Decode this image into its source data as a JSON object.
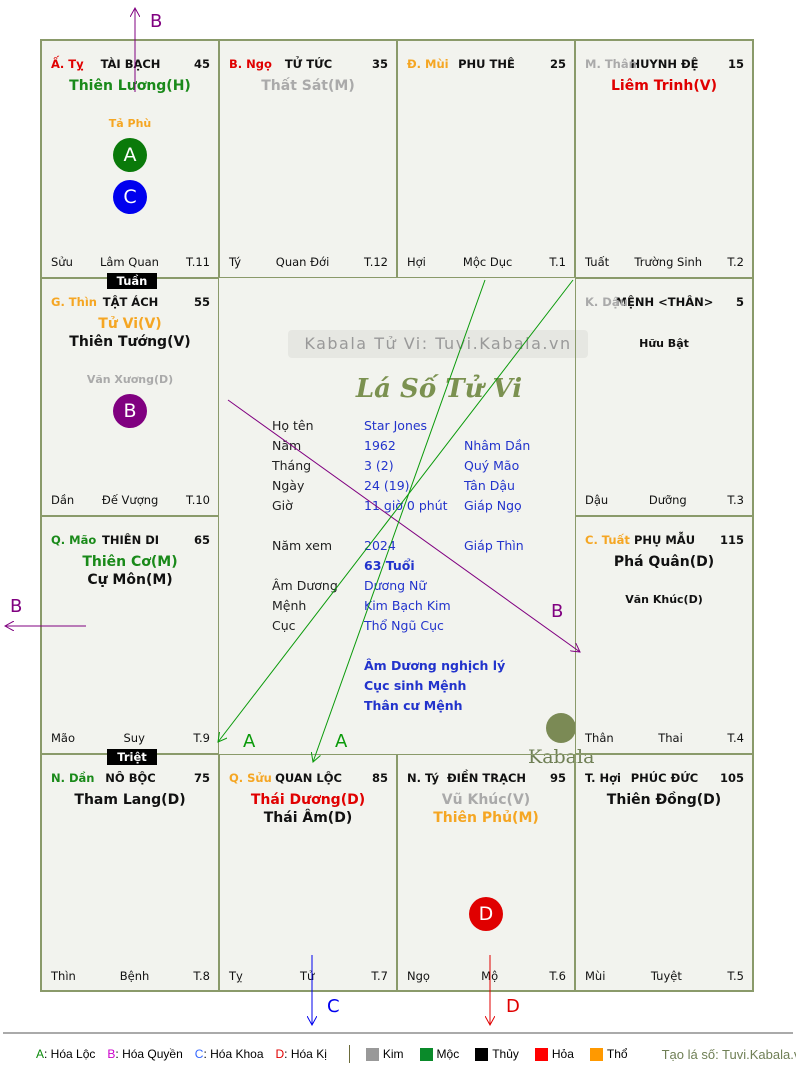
{
  "cells": [
    {
      "pos": [
        0,
        0
      ],
      "can_chi": "Ấ. Tỵ",
      "cc_color": "#e00000",
      "palace": "TÀI BẠCH",
      "num": "45",
      "stars": [
        {
          "n": "Thiên Lương(H)",
          "c": "#1a8a1a"
        }
      ],
      "minor": [
        {
          "n": "Tả Phù",
          "c": "#f5a623"
        }
      ],
      "badges": [
        {
          "l": "A",
          "c": "#0a7a0a"
        },
        {
          "l": "C",
          "c": "#0000ee"
        }
      ],
      "bl": "Sửu",
      "bc": "Lâm Quan",
      "br": "T.11"
    },
    {
      "pos": [
        1,
        0
      ],
      "can_chi": "B. Ngọ",
      "cc_color": "#e00000",
      "palace": "TỬ TỨC",
      "num": "35",
      "stars": [
        {
          "n": "Thất Sát(M)",
          "c": "#aaaaaa"
        }
      ],
      "minor": [],
      "badges": [],
      "bl": "Tý",
      "bc": "Quan Đới",
      "br": "T.12"
    },
    {
      "pos": [
        2,
        0
      ],
      "can_chi": "Đ. Mùi",
      "cc_color": "#f5a623",
      "palace": "PHU THÊ",
      "num": "25",
      "stars": [],
      "minor": [],
      "badges": [],
      "bl": "Hợi",
      "bc": "Mộc Dục",
      "br": "T.1"
    },
    {
      "pos": [
        3,
        0
      ],
      "can_chi": "M. Thân",
      "cc_color": "#aaaaaa",
      "palace": "HUYNH ĐỆ",
      "num": "15",
      "stars": [
        {
          "n": "Liêm Trinh(V)",
          "c": "#e00000"
        }
      ],
      "minor": [],
      "badges": [],
      "bl": "Tuất",
      "bc": "Trường Sinh",
      "br": "T.2"
    },
    {
      "pos": [
        0,
        1
      ],
      "can_chi": "G. Thìn",
      "cc_color": "#f5a623",
      "palace": "TẬT ÁCH",
      "num": "55",
      "stars": [
        {
          "n": "Tử Vi(V)",
          "c": "#f5a623"
        },
        {
          "n": "Thiên Tướng(V)",
          "c": "#111111"
        }
      ],
      "minor": [
        {
          "n": "Văn Xương(D)",
          "c": "#aaaaaa"
        }
      ],
      "badges": [
        {
          "l": "B",
          "c": "#800080"
        }
      ],
      "bl": "Dần",
      "bc": "Đế Vượng",
      "br": "T.10"
    },
    {
      "pos": [
        3,
        1
      ],
      "can_chi": "K. Dậu",
      "cc_color": "#aaaaaa",
      "palace": "MỆNH <THÂN>",
      "num": "5",
      "stars": [],
      "minor": [
        {
          "n": "Hữu Bật",
          "c": "#111111"
        }
      ],
      "badges": [],
      "bl": "Dậu",
      "bc": "Dưỡng",
      "br": "T.3"
    },
    {
      "pos": [
        0,
        2
      ],
      "can_chi": "Q. Mão",
      "cc_color": "#1a8a1a",
      "palace": "THIÊN DI",
      "num": "65",
      "stars": [
        {
          "n": "Thiên Cơ(M)",
          "c": "#1a8a1a"
        },
        {
          "n": "Cự Môn(M)",
          "c": "#111111"
        }
      ],
      "minor": [],
      "badges": [],
      "bl": "Mão",
      "bc": "Suy",
      "br": "T.9"
    },
    {
      "pos": [
        3,
        2
      ],
      "can_chi": "C. Tuất",
      "cc_color": "#f5a623",
      "palace": "PHỤ MẪU",
      "num": "115",
      "stars": [
        {
          "n": "Phá Quân(D)",
          "c": "#111111"
        }
      ],
      "minor": [
        {
          "n": "Văn Khúc(D)",
          "c": "#111111"
        }
      ],
      "badges": [],
      "bl": "Thân",
      "bc": "Thai",
      "br": "T.4"
    },
    {
      "pos": [
        0,
        3
      ],
      "can_chi": "N. Dần",
      "cc_color": "#1a8a1a",
      "palace": "NÔ BỘC",
      "num": "75",
      "stars": [
        {
          "n": "Tham Lang(D)",
          "c": "#111111"
        }
      ],
      "minor": [],
      "badges": [],
      "bl": "Thìn",
      "bc": "Bệnh",
      "br": "T.8"
    },
    {
      "pos": [
        1,
        3
      ],
      "can_chi": "Q. Sửu",
      "cc_color": "#f5a623",
      "palace": "QUAN LỘC",
      "num": "85",
      "stars": [
        {
          "n": "Thái Dương(D)",
          "c": "#e00000"
        },
        {
          "n": "Thái Âm(D)",
          "c": "#111111"
        }
      ],
      "minor": [],
      "badges": [],
      "bl": "Tỵ",
      "bc": "Tử",
      "br": "T.7"
    },
    {
      "pos": [
        2,
        3
      ],
      "can_chi": "N. Tý",
      "cc_color": "#111111",
      "palace": "ĐIỀN TRẠCH",
      "num": "95",
      "stars": [
        {
          "n": "Vũ Khúc(V)",
          "c": "#aaaaaa"
        },
        {
          "n": "Thiên Phủ(M)",
          "c": "#f5a623"
        }
      ],
      "minor": [],
      "badges": [
        {
          "l": "D",
          "c": "#e00000"
        }
      ],
      "bl": "Ngọ",
      "bc": "Mộ",
      "br": "T.6"
    },
    {
      "pos": [
        3,
        3
      ],
      "can_chi": "T. Hợi",
      "cc_color": "#111111",
      "palace": "PHÚC ĐỨC",
      "num": "105",
      "stars": [
        {
          "n": "Thiên Đồng(D)",
          "c": "#111111"
        }
      ],
      "minor": [],
      "badges": [],
      "bl": "Mùi",
      "bc": "Tuyệt",
      "br": "T.5"
    }
  ],
  "tags": {
    "tuan": "Tuần",
    "triet": "Triệt"
  },
  "center": {
    "watermark": "Kabala Tử Vi: Tuvi.Kabala.vn",
    "title": "Lá Số Tử Vi",
    "rows": [
      {
        "k": "Họ tên",
        "v": "Star Jones",
        "v2": ""
      },
      {
        "k": "Năm",
        "v": "1962",
        "v2": "Nhâm Dần"
      },
      {
        "k": "Tháng",
        "v": "3  (2)",
        "v2": "Quý Mão"
      },
      {
        "k": "Ngày",
        "v": "24  (19)",
        "v2": "Tân Dậu"
      },
      {
        "k": "Giờ",
        "v": "11 giờ 0 phút",
        "v2": "Giáp Ngọ"
      },
      {
        "k": "",
        "v": "",
        "v2": ""
      },
      {
        "k": "Năm xem",
        "v": "2024",
        "v2": "Giáp Thìn"
      },
      {
        "k": "",
        "v": "63 Tuổi",
        "v2": "",
        "b": true
      },
      {
        "k": "Âm Dương",
        "v": "Dương Nữ",
        "v2": ""
      },
      {
        "k": "Mệnh",
        "v": "Kim Bạch Kim",
        "v2": ""
      },
      {
        "k": "Cục",
        "v": "Thổ Ngũ Cục",
        "v2": ""
      },
      {
        "k": "",
        "v": "",
        "v2": ""
      },
      {
        "k": "",
        "v": "Âm Dương nghịch lý",
        "v2": "",
        "b": true
      },
      {
        "k": "",
        "v": "Cục sinh Mệnh",
        "v2": "",
        "b": true
      },
      {
        "k": "",
        "v": "Thân cư Mệnh",
        "v2": "",
        "b": true
      }
    ],
    "logo": "Kabala"
  },
  "arrow_labels": {
    "b1": "B",
    "b2": "B",
    "b3": "B",
    "a1": "A",
    "a2": "A",
    "c": "C",
    "d": "D"
  },
  "legend": {
    "hoa": [
      {
        "k": "A",
        "t": ": Hóa Lộc",
        "c": "#0a8a0a"
      },
      {
        "k": "B",
        "t": ": Hóa Quyền",
        "c": "#cc00cc"
      },
      {
        "k": "C",
        "t": ": Hóa Khoa",
        "c": "#3366ff"
      },
      {
        "k": "D",
        "t": ": Hóa Kị",
        "c": "#e00000"
      }
    ],
    "elements": [
      {
        "t": "Kim",
        "c": "#999999"
      },
      {
        "t": "Mộc",
        "c": "#0a8a2a"
      },
      {
        "t": "Thủy",
        "c": "#000000"
      },
      {
        "t": "Hỏa",
        "c": "#ff0000"
      },
      {
        "t": "Thổ",
        "c": "#ff9900"
      }
    ],
    "credit": "Tạo lá số: Tuvi.Kabala.vn"
  }
}
